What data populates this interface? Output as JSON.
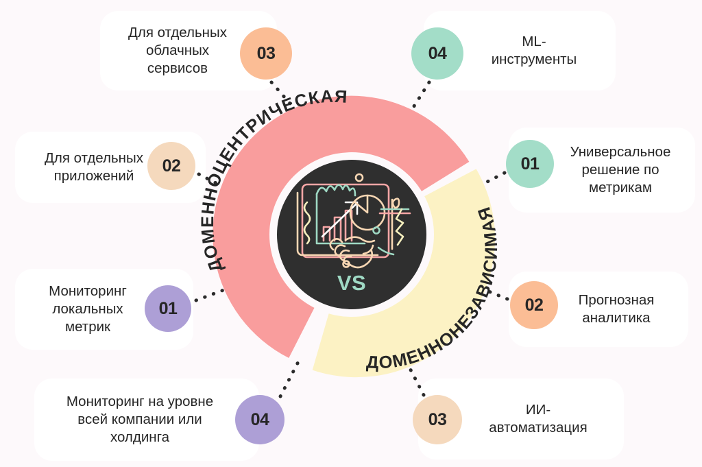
{
  "theme": {
    "background": "#fdf9fb",
    "card_bg": "#ffffff",
    "hub_bg": "#2f2f2f",
    "arc_left_color": "#f99d9d",
    "arc_right_color": "#fcf2c4",
    "text_color": "#262626",
    "mint": "#a3ddc8",
    "orange": "#fbbd95",
    "peach": "#f5d9bd",
    "purple": "#ad9fd6",
    "vs_color": "#9fd9c4"
  },
  "center": {
    "vs_label": "VS",
    "icon_name": "analytics-dashboard-handshake-icon"
  },
  "arcs": {
    "left": {
      "label": "ДОМЕННОЦЕНТРИЧЕСКАЯ",
      "color": "#f99d9d"
    },
    "right": {
      "label": "ДОМЕННОНЕЗАВИСИМАЯ",
      "color": "#fcf2c4"
    }
  },
  "items": {
    "left": [
      {
        "number": "01",
        "text": "Мониторинг\nлокальных\nметрик",
        "color": "#ad9fd6"
      },
      {
        "number": "02",
        "text": "Для отдельных\nприложений",
        "color": "#f5d9bd"
      },
      {
        "number": "03",
        "text": "Для отдельных\nоблачных\nсервисов",
        "color": "#fbbd95"
      },
      {
        "number": "04",
        "text": "Мониторинг на уровне\nвсей компании или\nхолдинга",
        "color": "#ad9fd6"
      }
    ],
    "right": [
      {
        "number": "01",
        "text": "Универсальное\nрешение по\nметрикам",
        "color": "#a3ddc8"
      },
      {
        "number": "02",
        "text": "Прогнозная\nаналитика",
        "color": "#fbbd95"
      },
      {
        "number": "03",
        "text": "ИИ-\nавтоматизация",
        "color": "#f5d9bd"
      },
      {
        "number": "04",
        "text": "ML-\nинструменты",
        "color": "#a3ddc8"
      }
    ]
  }
}
